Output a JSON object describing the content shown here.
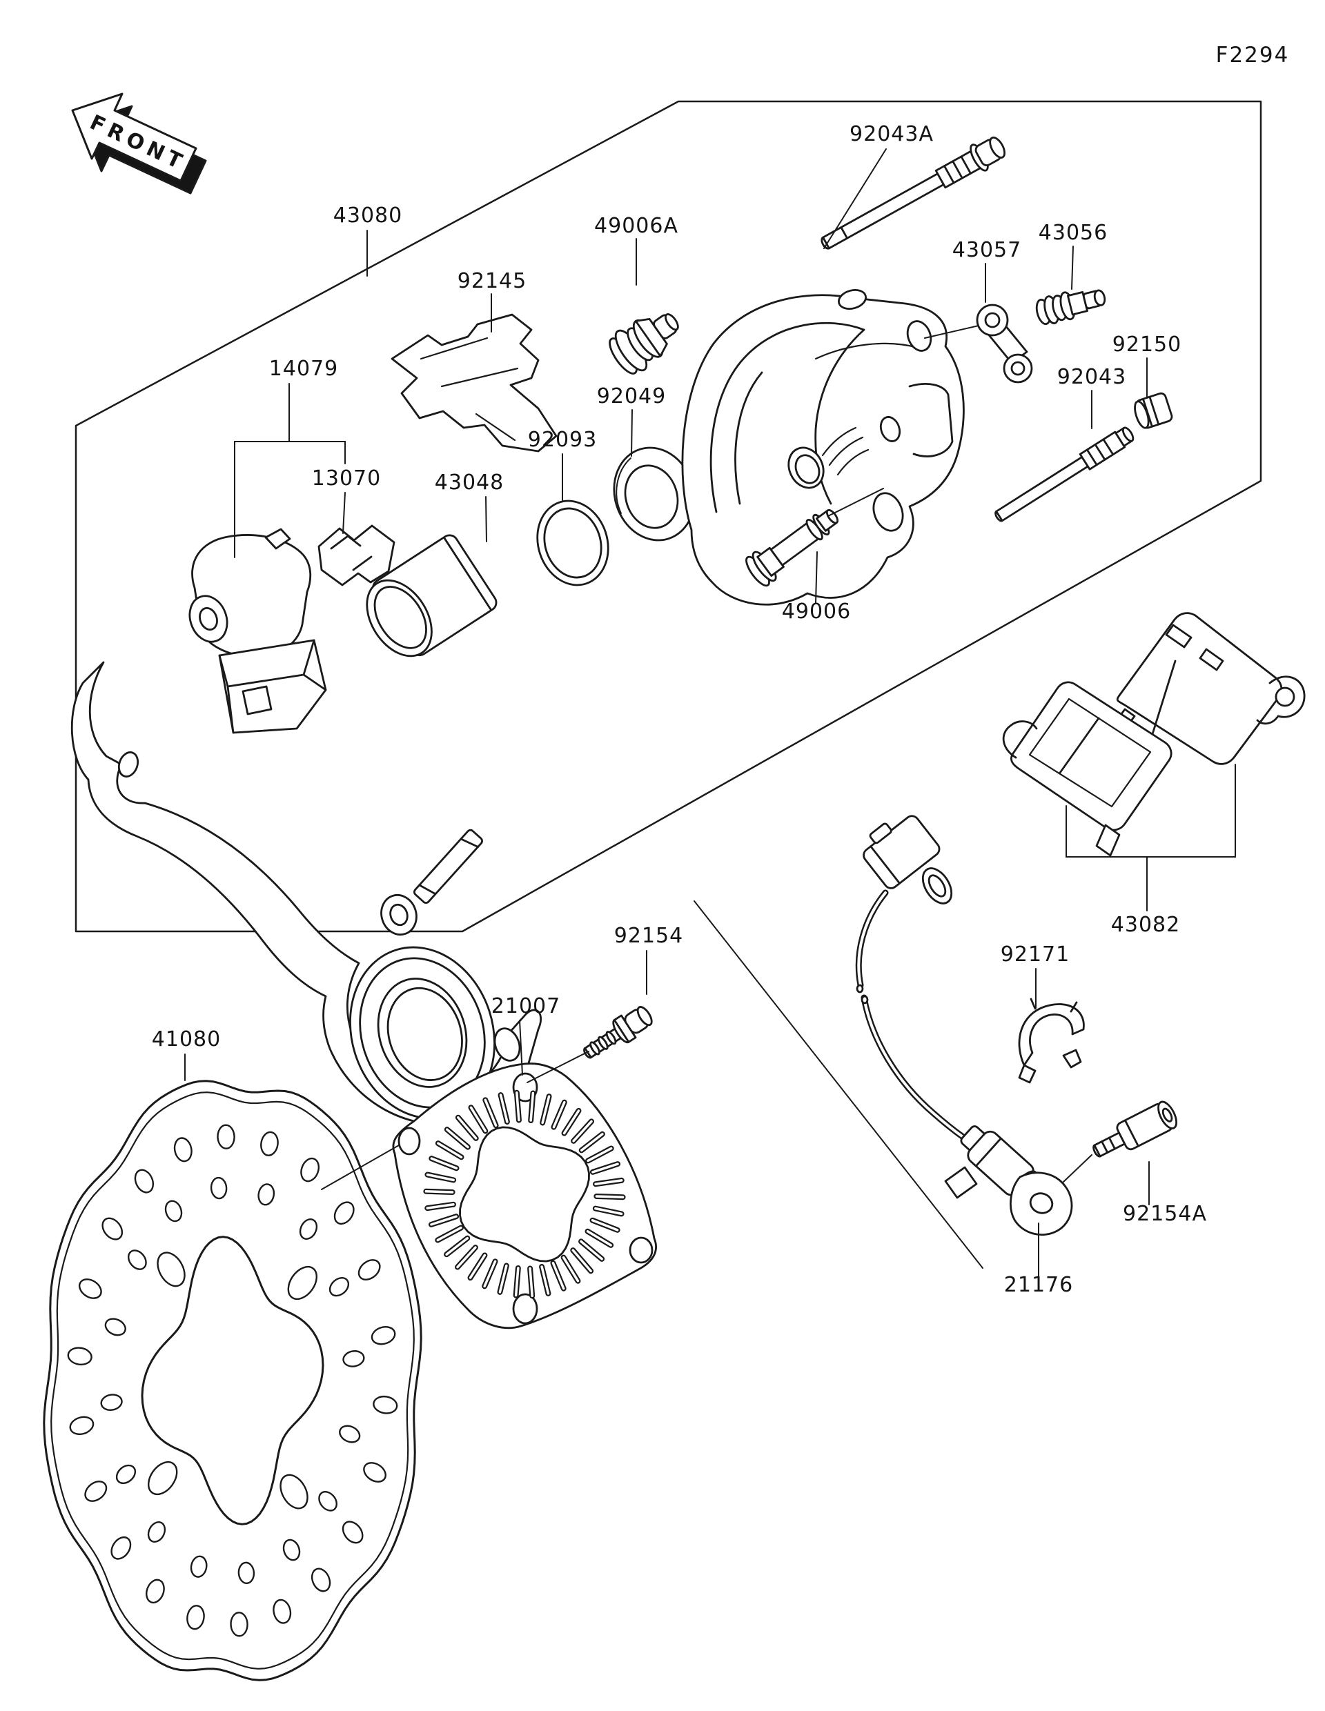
{
  "diagram": {
    "code": "F2294",
    "front_marker": "FRONT",
    "line_color": "#1a1a1a",
    "background": "#ffffff",
    "parts": {
      "p43080": "43080",
      "p92145": "92145",
      "p49006a": "49006A",
      "p92043a": "92043A",
      "p43057": "43057",
      "p43056": "43056",
      "p92150": "92150",
      "p92043": "92043",
      "p14079": "14079",
      "p13070": "13070",
      "p43048": "43048",
      "p92093": "92093",
      "p92049": "92049",
      "p49006": "49006",
      "p43082": "43082",
      "p92171": "92171",
      "p21176": "21176",
      "p92154a": "92154A",
      "p92154": "92154",
      "p21007": "21007",
      "p41080": "41080"
    }
  }
}
